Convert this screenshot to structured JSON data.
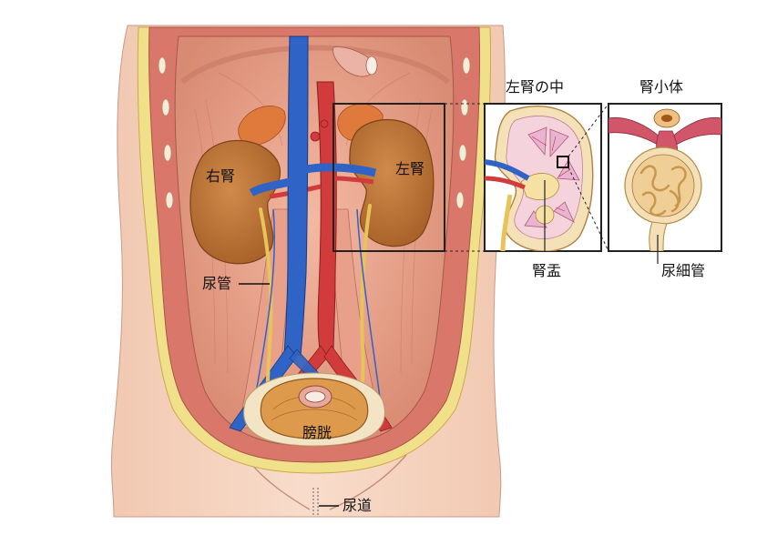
{
  "labels": {
    "right_kidney": "右腎",
    "left_kidney": "左腎",
    "ureter": "尿管",
    "bladder": "膀胱",
    "urethra": "尿道",
    "renal_pelvis": "腎盂",
    "renal_tubule": "尿細管"
  },
  "panels": {
    "kidney_inside_title": "左腎の中",
    "corpuscle_title": "腎小体"
  },
  "colors": {
    "skin": "#f6d6c3",
    "muscle": "#e9a48c",
    "kidney": "#bf7333",
    "vein": "#2f63c6",
    "artery": "#d23b3b",
    "ureter": "#e8c35a",
    "fat": "#f1e08a",
    "frame": "#222222"
  }
}
